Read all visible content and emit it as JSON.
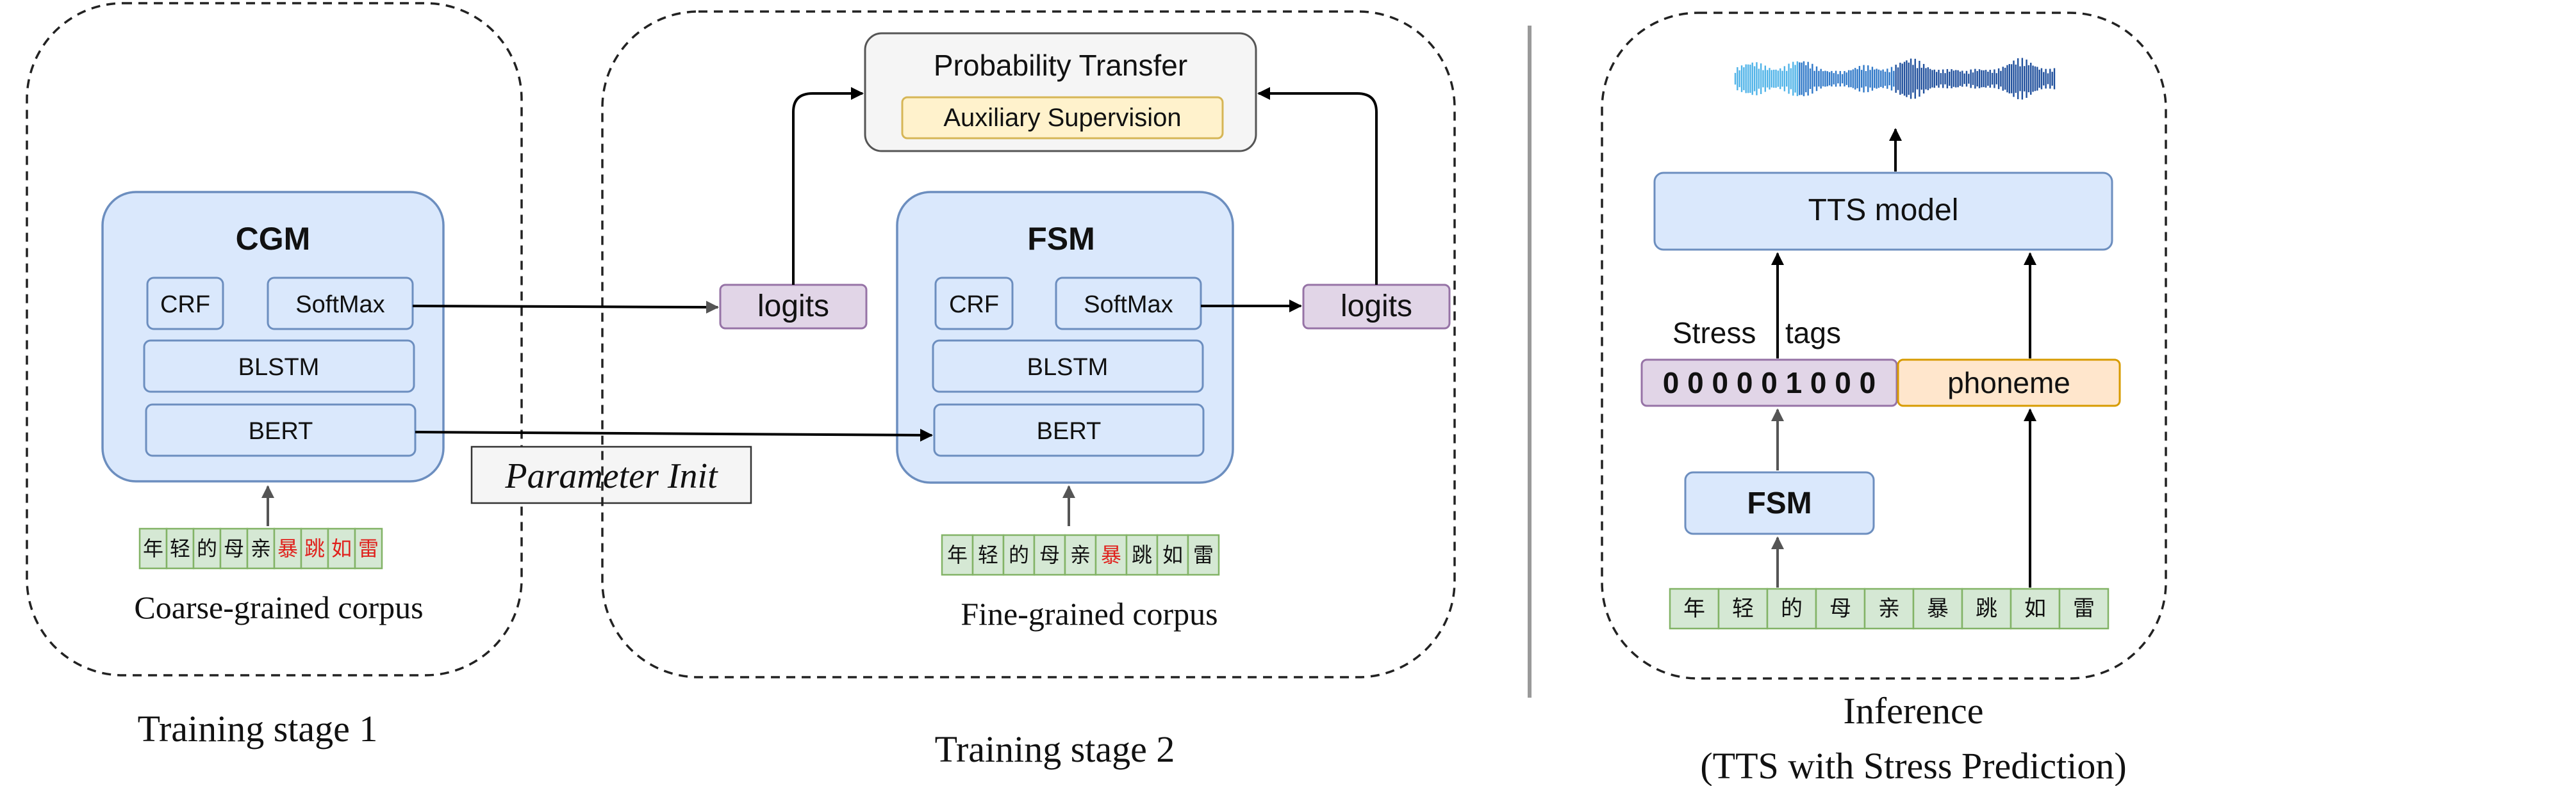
{
  "stage1": {
    "model_name": "CGM",
    "crf": "CRF",
    "softmax": "SoftMax",
    "blstm": "BLSTM",
    "bert": "BERT",
    "corpus_chars": [
      "年",
      "轻",
      "的",
      "母",
      "亲",
      "暴",
      "跳",
      "如",
      "雷"
    ],
    "corpus_highlight": [
      false,
      false,
      false,
      false,
      false,
      true,
      true,
      true,
      true
    ],
    "corpus_label": "Coarse-grained corpus",
    "stage_label": "Training stage 1"
  },
  "param_init": "Parameter Init",
  "stage2": {
    "model_name": "FSM",
    "crf": "CRF",
    "softmax": "SoftMax",
    "blstm": "BLSTM",
    "bert": "BERT",
    "logits_left": "logits",
    "logits_right": "logits",
    "prob_transfer": "Probability Transfer",
    "aux_supervision": "Auxiliary Supervision",
    "corpus_chars": [
      "年",
      "轻",
      "的",
      "母",
      "亲",
      "暴",
      "跳",
      "如",
      "雷"
    ],
    "corpus_highlight": [
      false,
      false,
      false,
      false,
      false,
      true,
      false,
      false,
      false
    ],
    "corpus_label": "Fine-grained corpus",
    "stage_label": "Training stage 2"
  },
  "inference": {
    "tts_model": "TTS model",
    "stress_label": "Stress",
    "tags_label": "tags",
    "stress_tags": "0 0 0 0 0 1 0 0 0",
    "phoneme": "phoneme",
    "fsm": "FSM",
    "input_chars": [
      "年",
      "轻",
      "的",
      "母",
      "亲",
      "暴",
      "跳",
      "如",
      "雷"
    ],
    "stage_label_line1": "Inference",
    "stage_label_line2": "(TTS with Stress Prediction)"
  },
  "colors": {
    "model_fill": "#dae8fc",
    "model_stroke": "#6c8ebf",
    "logits_fill": "#e1d5e7",
    "phoneme_fill": "#ffe6cc",
    "aux_fill": "#fff2cc",
    "char_fill": "#d5e8d4",
    "char_highlight_text": "#e0201c",
    "waveform_light": "#4fb3e8",
    "waveform_dark": "#1f4f9c"
  },
  "icons": {
    "waveform": "audio-waveform-icon"
  }
}
